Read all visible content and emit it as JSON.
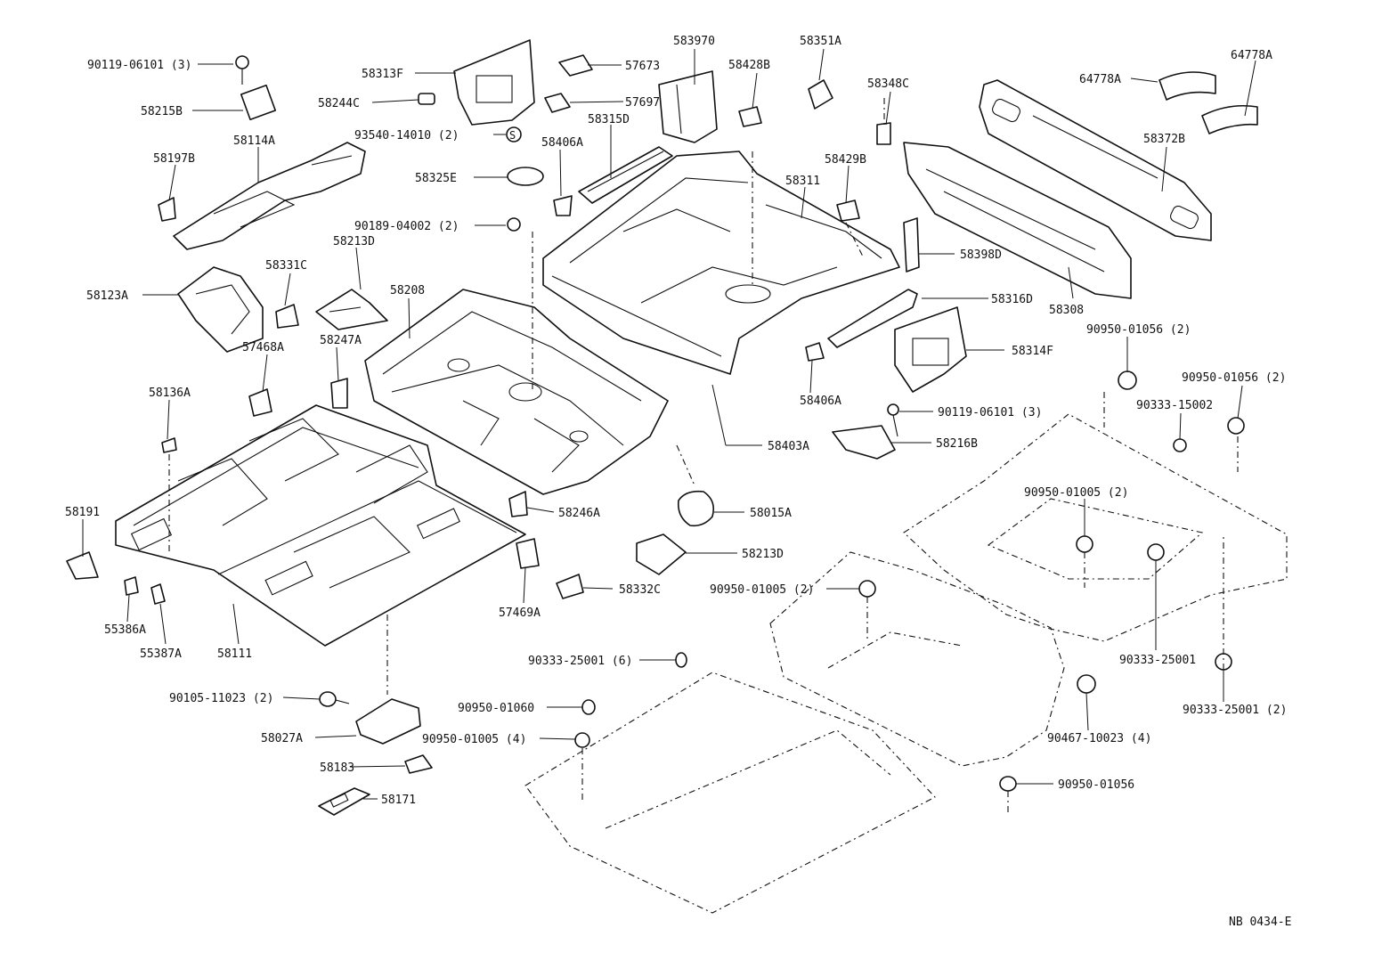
{
  "diagram": {
    "drawing_code": "NB 0434-E",
    "callouts": [
      "90119-06101 (3)",
      "58215B",
      "58313F",
      "58244C",
      "93540-14010 (2)",
      "57673",
      "57697",
      "58315D",
      "583970",
      "58428B",
      "58351A",
      "58348C",
      "64778A",
      "64778A",
      "58372B",
      "58114A",
      "58197B",
      "58325E",
      "90189-04002 (2)",
      "58406A",
      "58311",
      "58429B",
      "58123A",
      "58331C",
      "58213D",
      "58208",
      "58398D",
      "58308",
      "58316D",
      "90950-01056 (2)",
      "58314F",
      "90950-01056 (2)",
      "57468A",
      "58247A",
      "58406A",
      "90333-15002",
      "58136A",
      "90119-06101 (3)",
      "58216B",
      "58403A",
      "90950-01005 (2)",
      "58191",
      "58246A",
      "58015A",
      "58213D",
      "90950-01005 (2)",
      "58332C",
      "57469A",
      "55386A",
      "55387A",
      "58111",
      "90333-25001",
      "90333-25001 (6)",
      "90105-11023 (2)",
      "90950-01060",
      "90333-25001 (2)",
      "58027A",
      "90950-01005 (4)",
      "90467-10023 (4)",
      "58183",
      "90950-01056",
      "58171"
    ]
  }
}
